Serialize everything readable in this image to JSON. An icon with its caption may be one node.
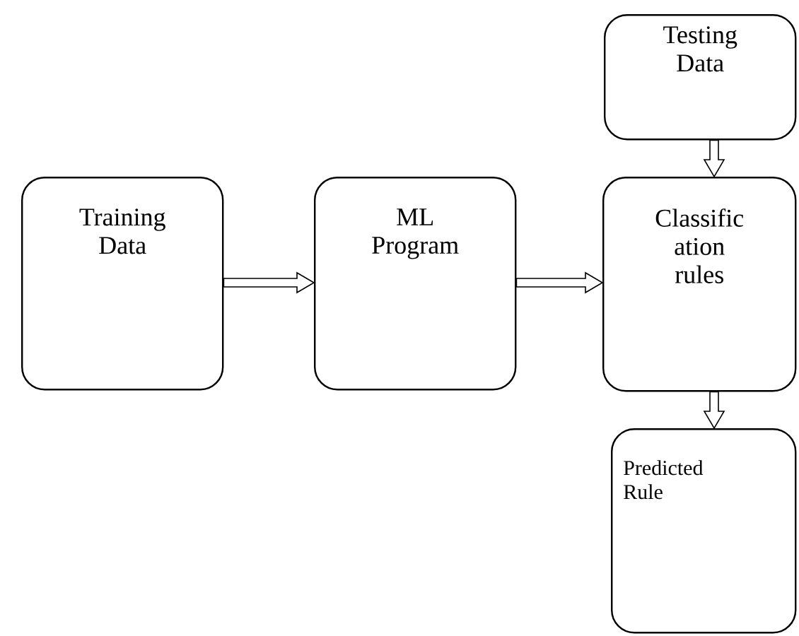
{
  "diagram": {
    "nodes": [
      {
        "text": [
          "Training Data"
        ]
      },
      {
        "text": [
          "ML Program"
        ]
      },
      {
        "text": [
          "Testing Data"
        ]
      },
      {
        "text": [
          "Classific ation rules"
        ]
      },
      {
        "text": [
          "Predicted Rule"
        ]
      }
    ],
    "edges": [
      {
        "from": 0,
        "to": 1,
        "arrow": "to"
      },
      {
        "from": 1,
        "to": 3,
        "arrow": "to"
      },
      {
        "from": 2,
        "to": 3,
        "arrow": "to"
      },
      {
        "from": 3,
        "to": 4,
        "arrow": "to"
      }
    ]
  }
}
